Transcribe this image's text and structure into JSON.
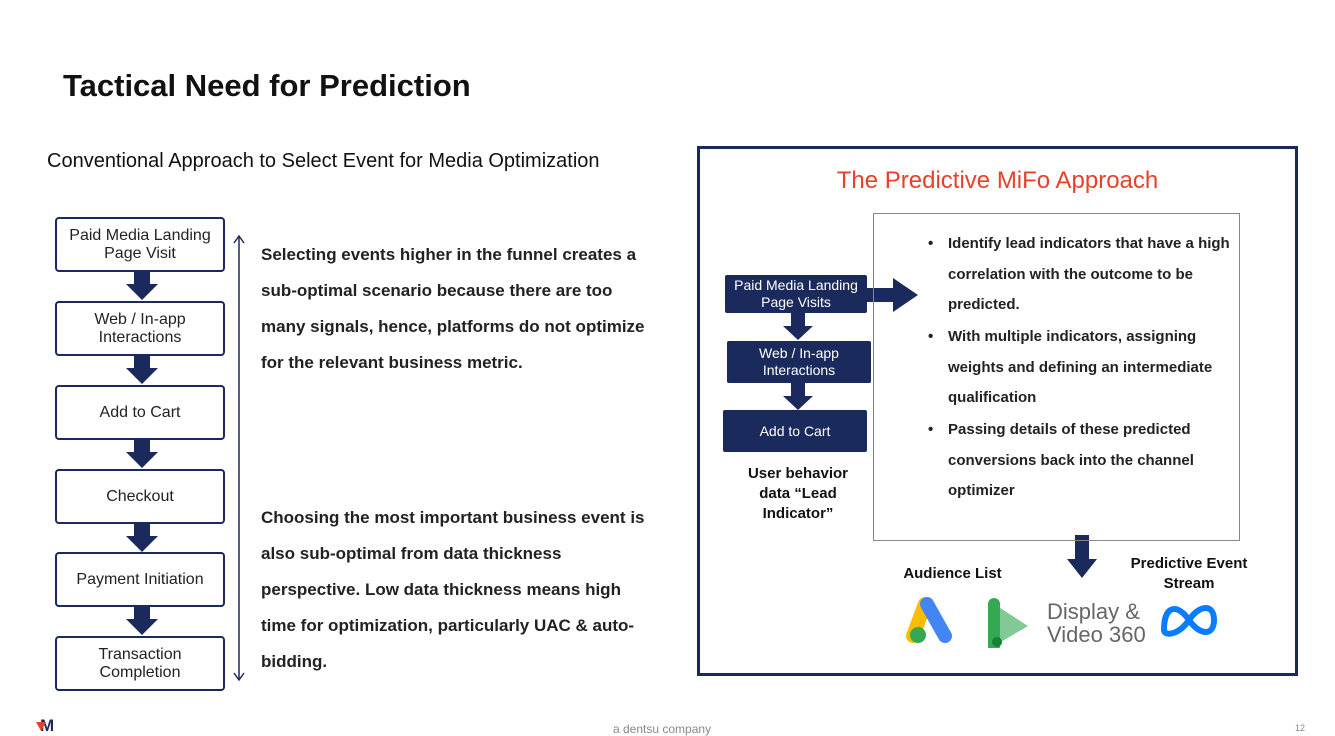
{
  "title": "Tactical Need for Prediction",
  "left": {
    "subtitle": "Conventional Approach to Select Event for Media Optimization",
    "funnel": [
      "Paid Media Landing Page Visit",
      "Web / In-app Interactions",
      "Add to Cart",
      "Checkout",
      "Payment Initiation",
      "Transaction Completion"
    ],
    "para1": "Selecting events higher in the funnel creates  a sub-optimal scenario because there are too  many signals, hence, platforms do not  optimize for the relevant business metric.",
    "para2": "Choosing the most important business event  is also sub-optimal from data thickness  perspective. Low data thickness means high  time for optimization, particularly UAC &  auto-bidding."
  },
  "right": {
    "title": "The Predictive MiFo Approach",
    "funnel": [
      "Paid Media Landing Page Visits",
      "Web / In-app Interactions",
      "Add to Cart"
    ],
    "user_label": "User behavior data “Lead Indicator”",
    "bullets": [
      "Identify lead indicators that have a high correlation with the outcome to be predicted.",
      "With multiple indicators, assigning weights and defining an  intermediate qualification",
      "Passing details of these predicted conversions back into the channel optimizer"
    ],
    "audience_label": "Audience List",
    "stream_label": "Predictive Event Stream",
    "dv360": "Display & Video 360"
  },
  "footer": {
    "logo": "M",
    "company": "a dentsu company",
    "page": "12"
  }
}
